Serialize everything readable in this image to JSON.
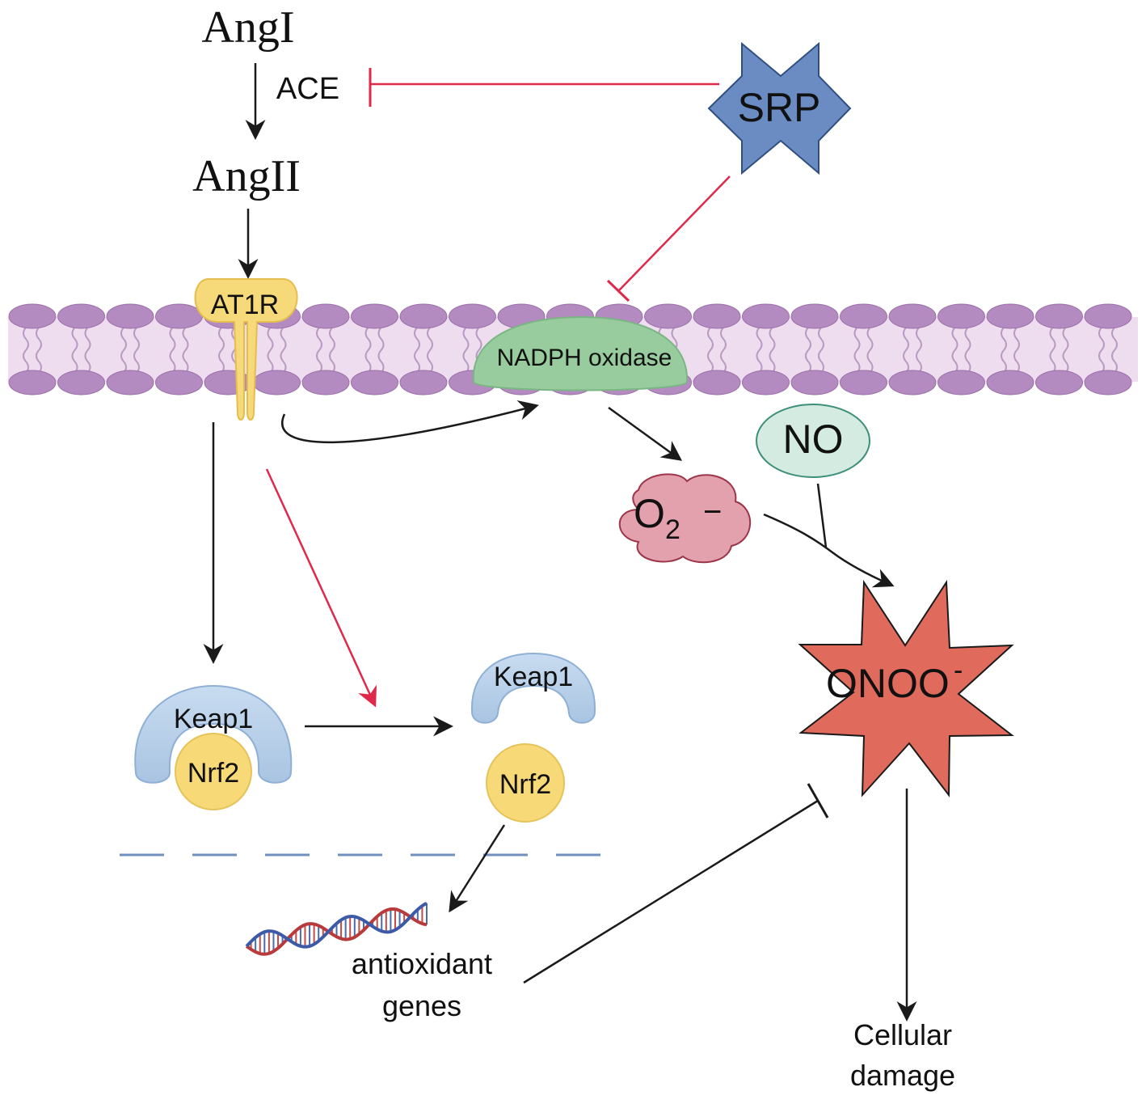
{
  "labels": {
    "ang1": "AngI",
    "ace": "ACE",
    "ang2": "AngII",
    "srp": "SRP",
    "at1r": "AT1R",
    "nadph": "NADPH oxidase",
    "no": "NO",
    "o2": "O",
    "o2_sub": "2",
    "o2_charge": "−",
    "onoo": "ONOO",
    "onoo_sup": "-",
    "keap1_bound": "Keap1",
    "nrf2_bound": "Nrf2",
    "keap1_free": "Keap1",
    "nrf2_free": "Nrf2",
    "antioxidant_line1": "antioxidant",
    "antioxidant_line2": "genes",
    "damage_line1": "Cellular",
    "damage_line2": "damage"
  },
  "colors": {
    "membrane_head": "#b48bc0",
    "membrane_band": "#eedcef",
    "receptor": "#f6d978",
    "nadph": "#98cc9e",
    "no_fill": "#d4ebe1",
    "o2_fill": "#e3a1ad",
    "onoo_fill": "#e06b5d",
    "srp_fill": "#6b8bc3",
    "keap1": "#b9d2ea",
    "nrf2": "#f8d978",
    "inhibit": "#e0284a",
    "nucleus_line": "#6f8fbf"
  }
}
